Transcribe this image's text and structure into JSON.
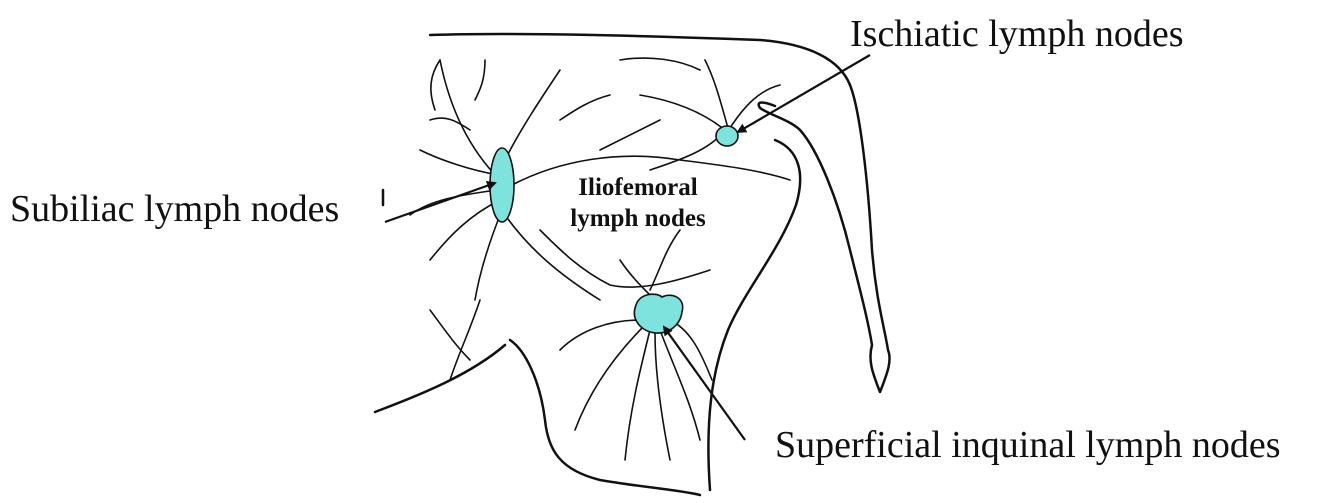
{
  "labels": {
    "ischiatic": "Ischiatic lymph nodes",
    "subiliac": "Subiliac lymph nodes",
    "iliofemoral_line1": "Iliofemoral",
    "iliofemoral_line2": "lymph nodes",
    "superficial_inguinal": "Superficial inquinal lymph nodes"
  },
  "colors": {
    "node_fill": "#7fe3dd",
    "outline": "#111111",
    "background": "#ffffff"
  }
}
